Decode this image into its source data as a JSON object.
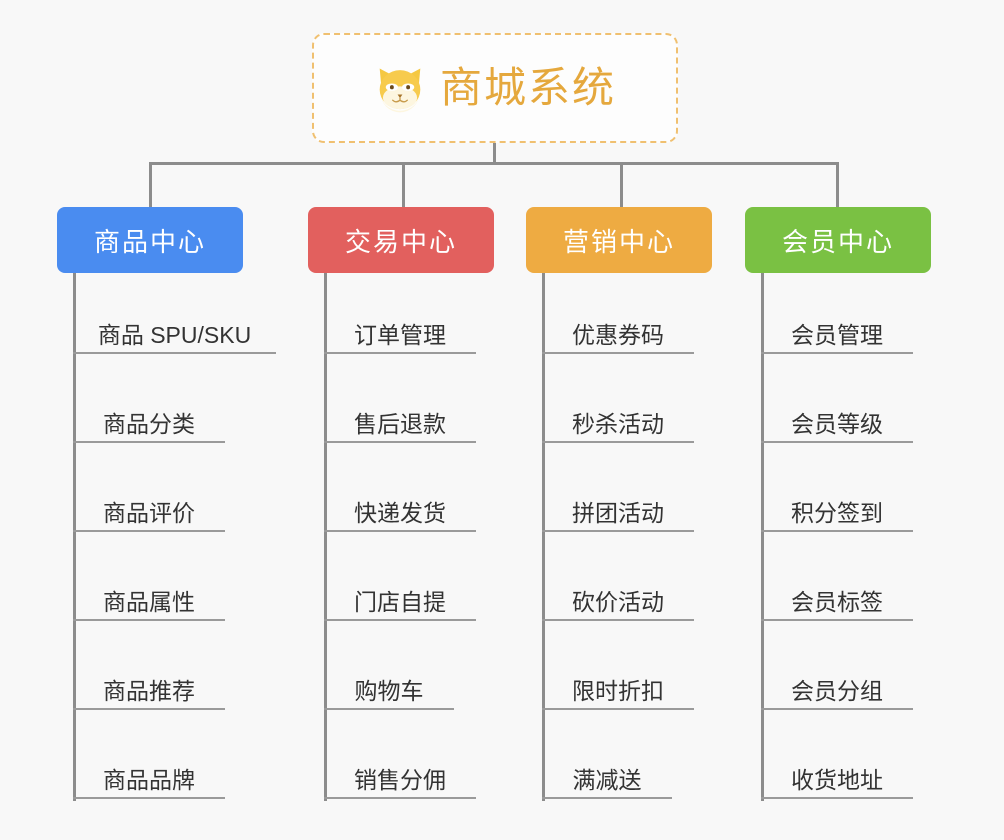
{
  "diagram": {
    "background_color": "#f8f8f8",
    "root": {
      "title": "商城系统",
      "icon": "shiba-dog-face-icon",
      "title_color": "#e5a83d",
      "border_color": "#f0c070"
    },
    "columns": [
      {
        "header": "商品中心",
        "color": "#4a8cf0",
        "items": [
          "商品 SPU/SKU",
          "商品分类",
          "商品评价",
          "商品属性",
          "商品推荐",
          "商品品牌"
        ]
      },
      {
        "header": "交易中心",
        "color": "#e2605e",
        "items": [
          "订单管理",
          "售后退款",
          "快递发货",
          "门店自提",
          "购物车",
          "销售分佣"
        ]
      },
      {
        "header": "营销中心",
        "color": "#eeab42",
        "items": [
          "优惠券码",
          "秒杀活动",
          "拼团活动",
          "砍价活动",
          "限时折扣",
          "满减送"
        ]
      },
      {
        "header": "会员中心",
        "color": "#7ac143",
        "items": [
          "会员管理",
          "会员等级",
          "积分签到",
          "会员标签",
          "会员分组",
          "收货地址"
        ]
      }
    ]
  }
}
